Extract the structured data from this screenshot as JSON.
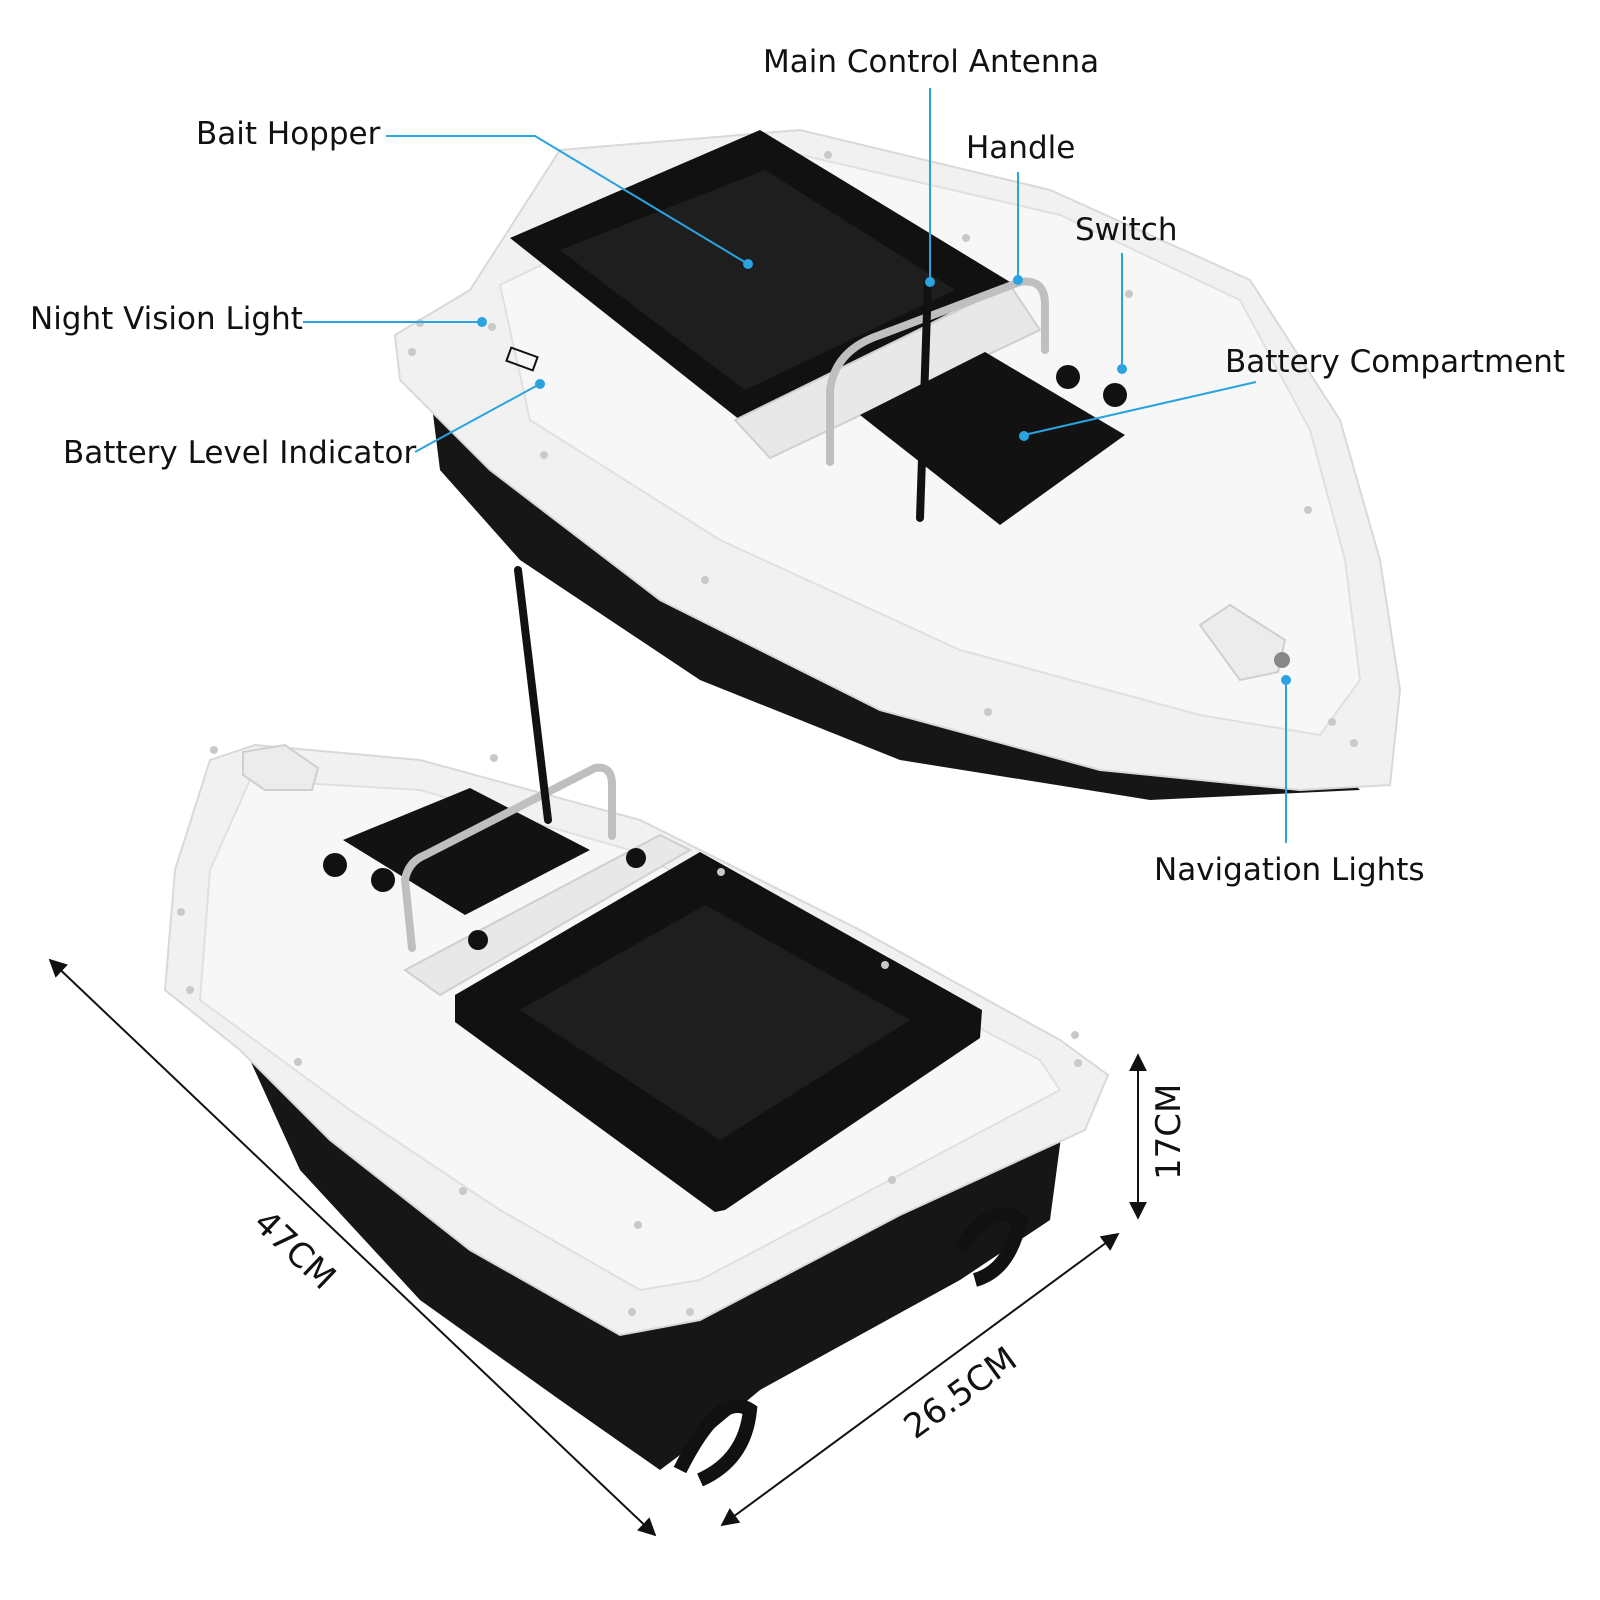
{
  "callouts": {
    "main_control_antenna": "Main Control Antenna",
    "bait_hopper": "Bait Hopper",
    "handle": "Handle",
    "switch": "Switch",
    "night_vision_light": "Night Vision Light",
    "battery_compartment": "Battery Compartment",
    "battery_level_indicator": "Battery Level Indicator",
    "navigation_lights": "Navigation Lights"
  },
  "dimensions": {
    "length": "47CM",
    "width": "26.5CM",
    "height": "17CM"
  },
  "colors": {
    "leader": "#2aa3e0",
    "hull_white": "#f2f2f2",
    "hull_black": "#151515"
  }
}
